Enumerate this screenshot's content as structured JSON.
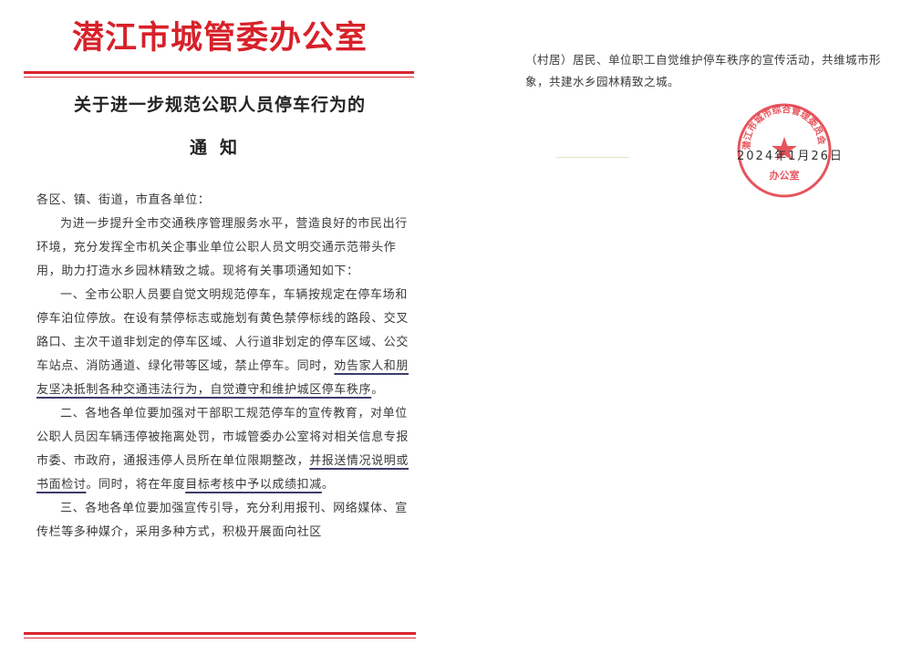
{
  "header": {
    "org_name": "潜江市城管委办公室",
    "accent_color": "#d7212a"
  },
  "title": {
    "line1": "关于进一步规范公职人员停车行为的",
    "line2": "通知"
  },
  "body": {
    "salutation": "各区、镇、街道，市直各单位：",
    "intro": "为进一步提升全市交通秩序管理服务水平，营造良好的市民出行环境，充分发挥全市机关企事业单位公职人员文明交通示范带头作用，助力打造水乡园林精致之城。现将有关事项通知如下：",
    "item1_a": "一、全市公职人员要自觉文明规范停车，车辆按规定在停车场和停车泊位停放。在设有禁停标志或施划有黄色禁停标线的路段、交叉路口、主次干道非划定的停车区域、人行道非划定的停车区域、公交车站点、消防通道、绿化带等区域，禁止停车。同时，",
    "item1_b": "劝告家人和朋友坚决抵制各种交通违法行为，自觉遵守和维护城区停车秩序",
    "item1_c": "。",
    "item2_a": "二、各地各单位要加强对干部职工规范停车的宣传教育，对单位公职人员因车辆违停被拖离处罚，市城管委办公室将对相关信息专报市委、市政府，通报违停人员所在单位限期整改，",
    "item2_b": "并报送情况说明或书面检讨",
    "item2_c": "。同时，将在年度",
    "item2_d": "目标考核中予以成绩扣减",
    "item2_e": "。",
    "item3": "三、各地各单位要加强宣传引导，充分利用报刊、网络媒体、宣传栏等多种媒介，采用多种方式，积极开展面向社区"
  },
  "continuation": {
    "text": "（村居）居民、单位职工自觉维护停车秩序的宣传活动，共维城市形象，共建水乡园林精致之城。"
  },
  "signature": {
    "date": "2024年1月26日",
    "seal_color": "#e0303a",
    "seal_text_outer": "潜江市城市综合管理委员会",
    "seal_text_inner": "办公室"
  }
}
